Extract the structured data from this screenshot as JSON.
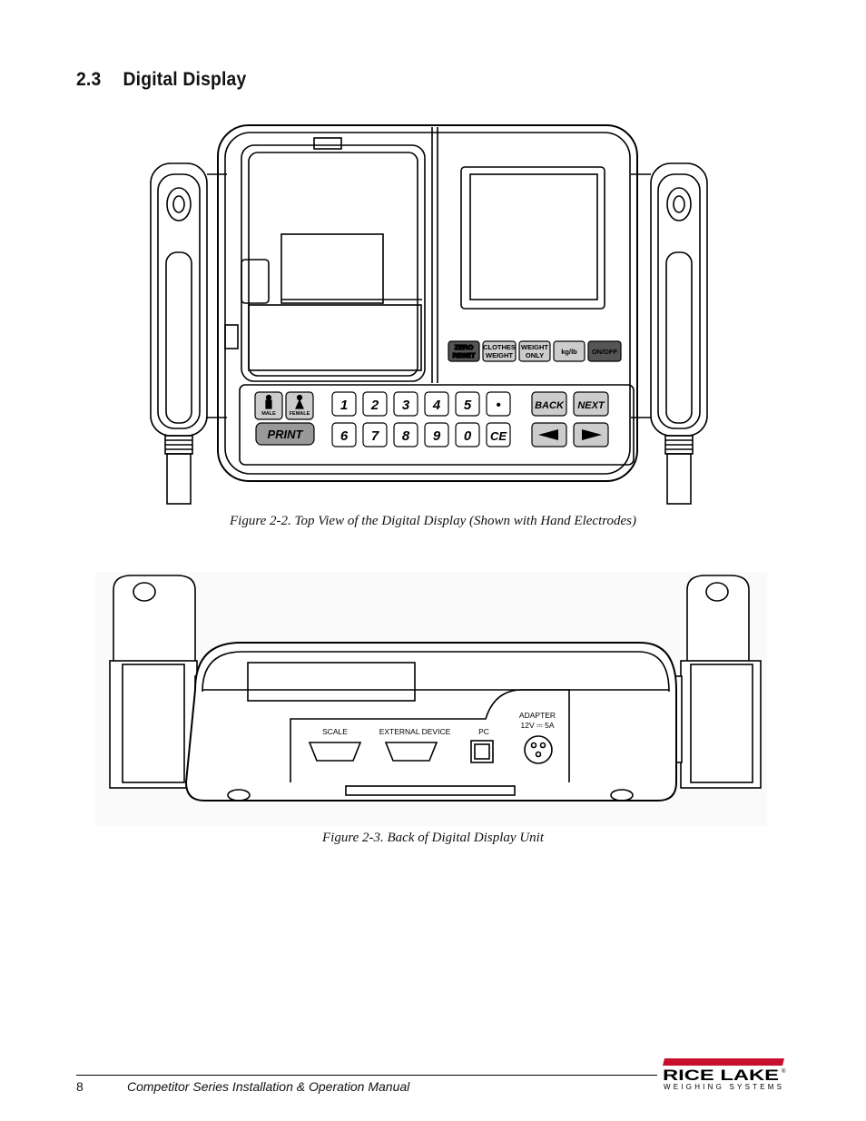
{
  "section": {
    "number": "2.3",
    "title": "Digital Display"
  },
  "figure1": {
    "caption": "Figure 2-2. Top View of the Digital Display (Shown with Hand Electrodes)",
    "display_buttons": [
      "ZERO",
      "RESET",
      "CLOTHES",
      "WEIGHT",
      "WEIGHT",
      "ONLY",
      "kg/lb",
      "ON/OFF"
    ],
    "keypad_row1": [
      "1",
      "2",
      "3",
      "4",
      "5",
      "•"
    ],
    "keypad_row2": [
      "6",
      "7",
      "8",
      "9",
      "0",
      "CE"
    ],
    "gender": [
      "MALE",
      "FEMALE"
    ],
    "print_label": "PRINT",
    "nav": [
      "BACK",
      "NEXT"
    ]
  },
  "figure2": {
    "caption": "Figure 2-3. Back of Digital Display Unit",
    "ports": [
      "SCALE",
      "EXTERNAL DEVICE",
      "PC",
      "ADAPTER",
      "12V ⎓ 5A"
    ]
  },
  "footer": {
    "page_number": "8",
    "manual_title": "Competitor Series Installation & Operation Manual",
    "logo_main": "RICE LAKE",
    "logo_sub": "WEIGHING SYSTEMS",
    "logo_mark": "®"
  }
}
